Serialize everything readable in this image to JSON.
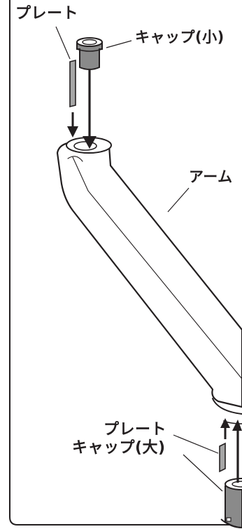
{
  "labels": {
    "plate_top": "プレート",
    "cap_small": "キャップ(小)",
    "arm": "アーム",
    "plate_bottom": "プレート",
    "cap_large": "キャップ(大)"
  },
  "colors": {
    "line": "#231f20",
    "cap_fill": "#8a8a8a",
    "plate_fill": "#a6a6a6",
    "background": "#ffffff"
  }
}
